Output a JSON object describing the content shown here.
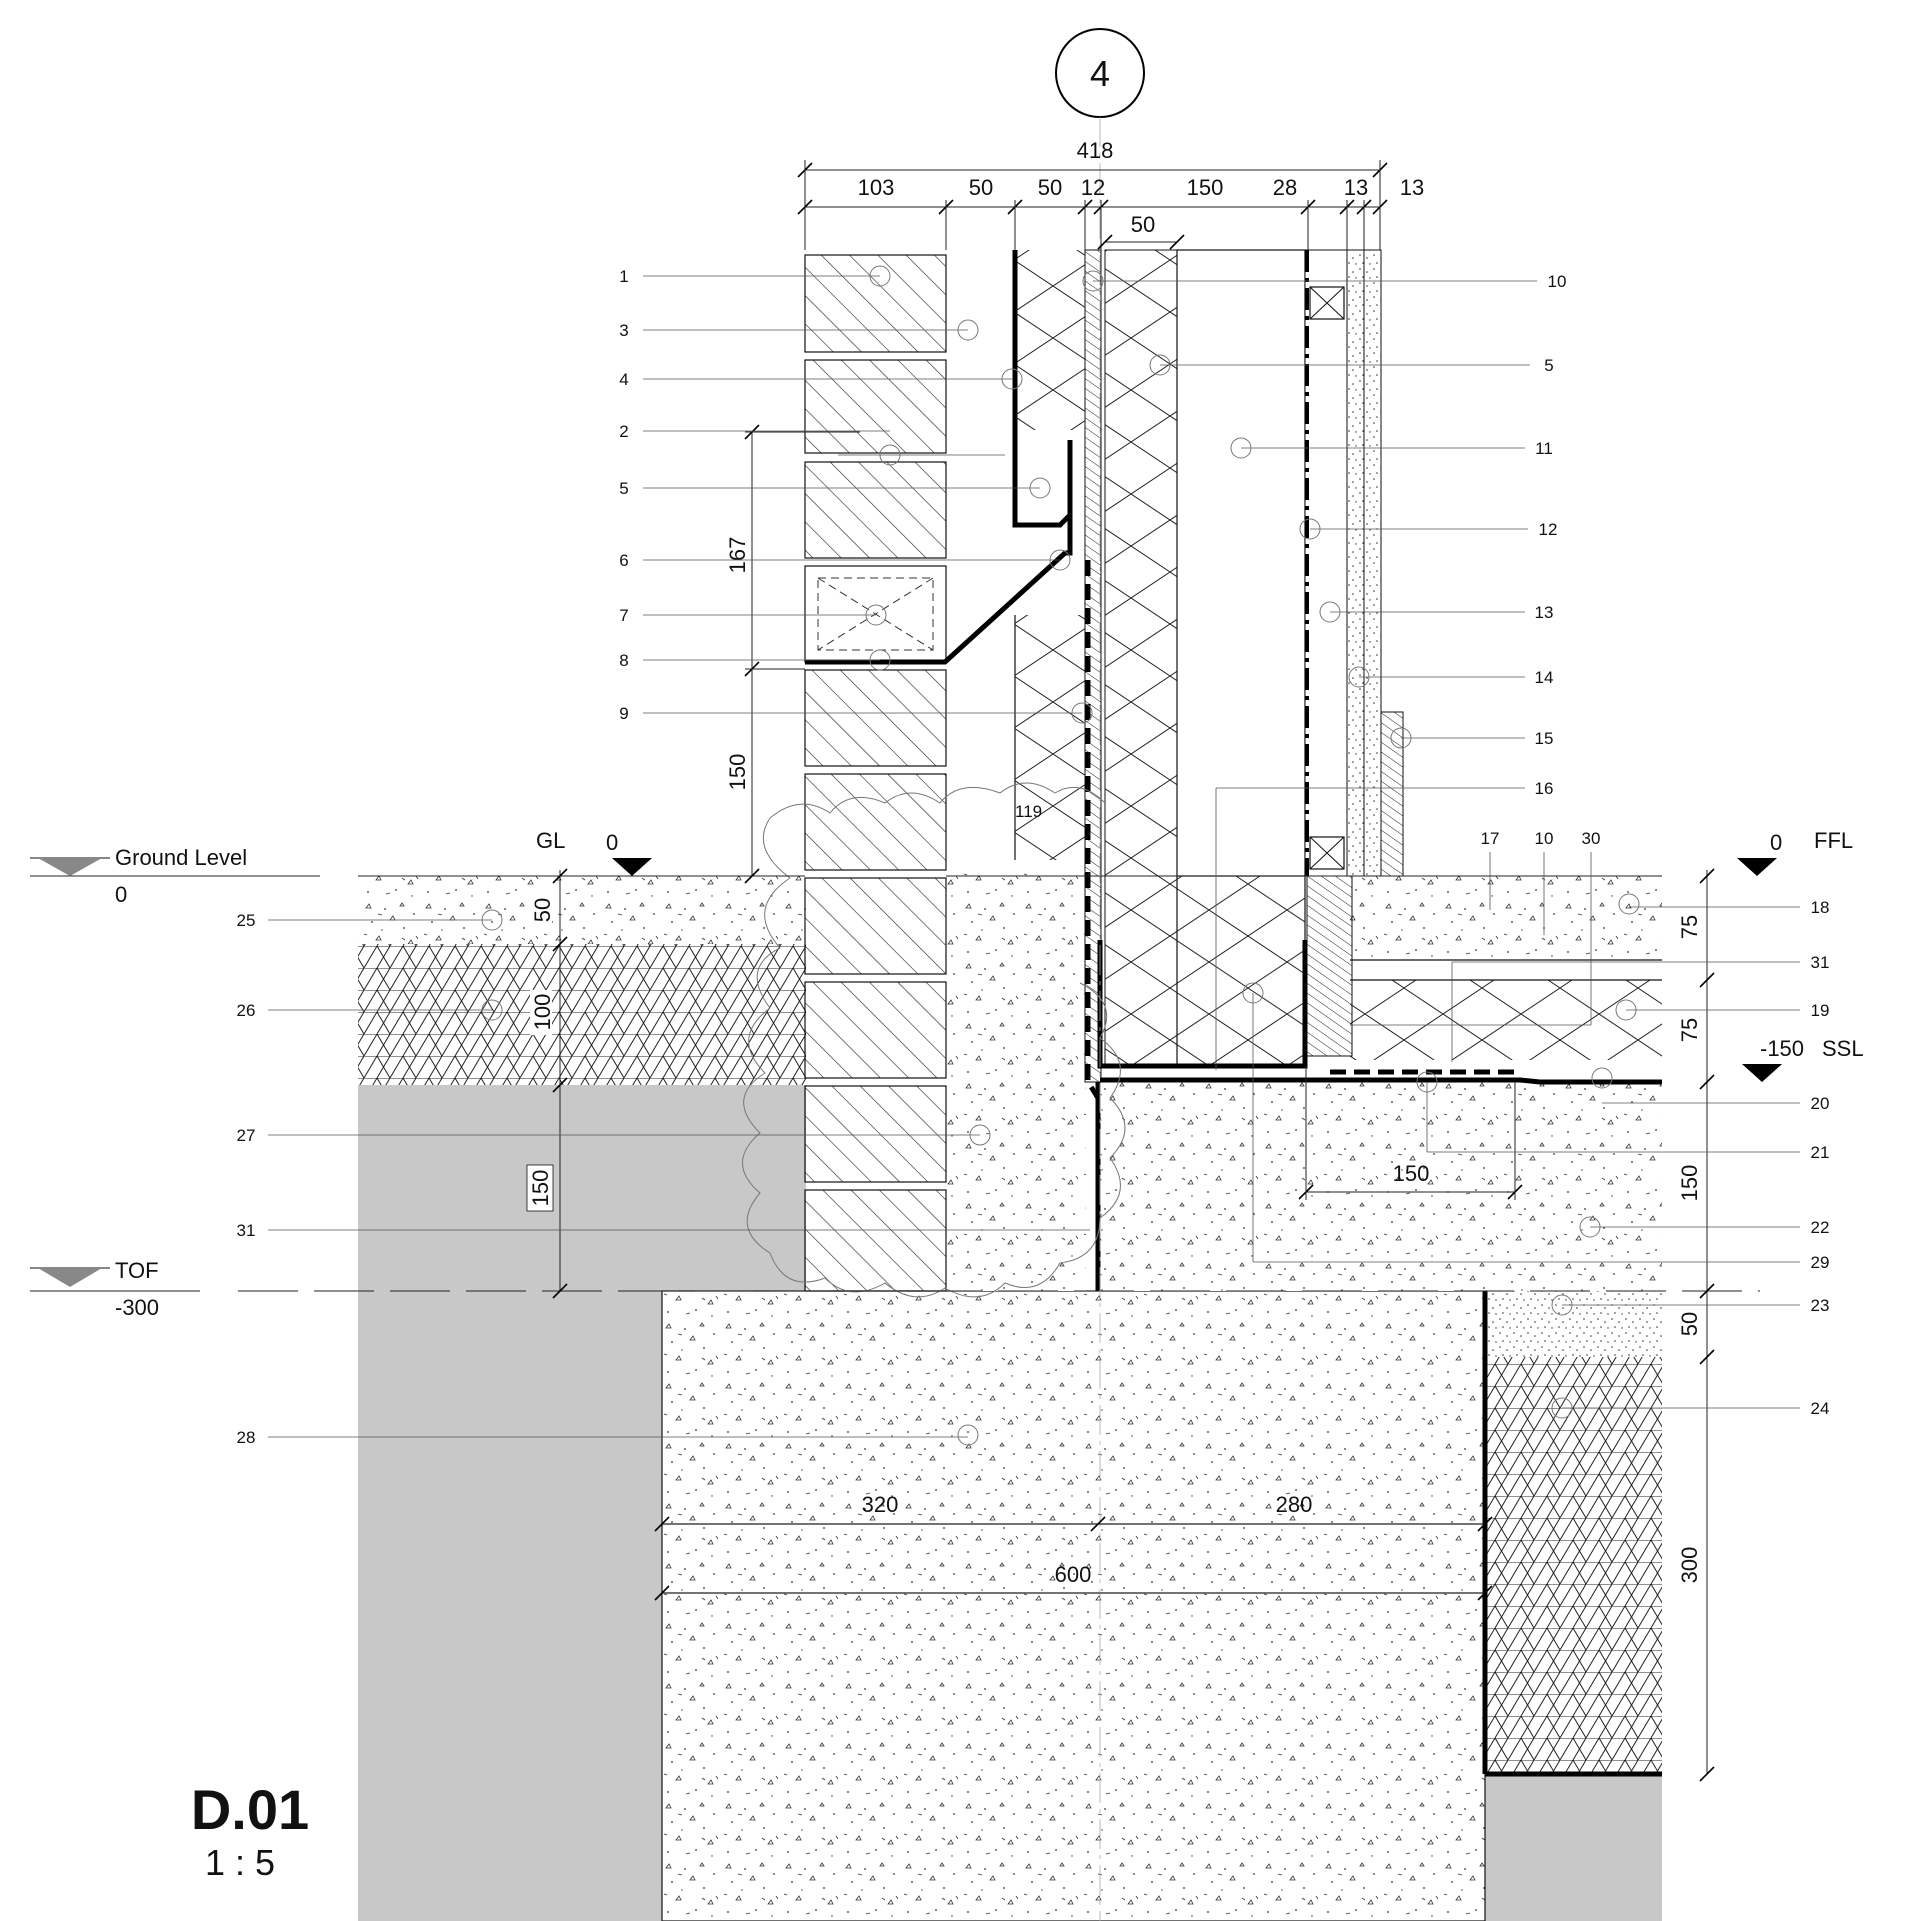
{
  "drawing": {
    "grid_id": "4",
    "title": "D.01",
    "scale": "1 : 5"
  },
  "levels": {
    "ground_level_label": "Ground Level",
    "ground_level_value": "0",
    "gl_label": "GL",
    "gl_value": "0",
    "ffl_label": "FFL",
    "ffl_value": "0",
    "ssl_label": "SSL",
    "ssl_value": "-150",
    "tof_label": "TOF",
    "tof_value": "-300"
  },
  "dimensions": {
    "overall_top": "418",
    "top_row": [
      "103",
      "50",
      "50",
      "12",
      "150",
      "28",
      "13",
      "13"
    ],
    "insulation_width": "50",
    "flashing_height": "167",
    "lower_height": "150",
    "small_119": "119",
    "left_vertical": [
      "50",
      "100",
      "150"
    ],
    "right_vertical": [
      "75",
      "75",
      "150",
      "50",
      "300"
    ],
    "slab_150": "150",
    "footing": [
      "320",
      "280",
      "600"
    ]
  },
  "callouts": {
    "left": [
      "1",
      "3",
      "4",
      "2",
      "5",
      "6",
      "7",
      "8",
      "9",
      "25",
      "26",
      "27",
      "31",
      "28"
    ],
    "right": [
      "10",
      "5",
      "11",
      "12",
      "13",
      "14",
      "15",
      "16",
      "18",
      "31",
      "19",
      "20",
      "21",
      "22",
      "29",
      "23",
      "24"
    ],
    "top_right": [
      "17",
      "10",
      "30"
    ]
  },
  "colors": {
    "line": "#000000",
    "fill_grey": "#c8c8c8",
    "background": "#ffffff"
  }
}
